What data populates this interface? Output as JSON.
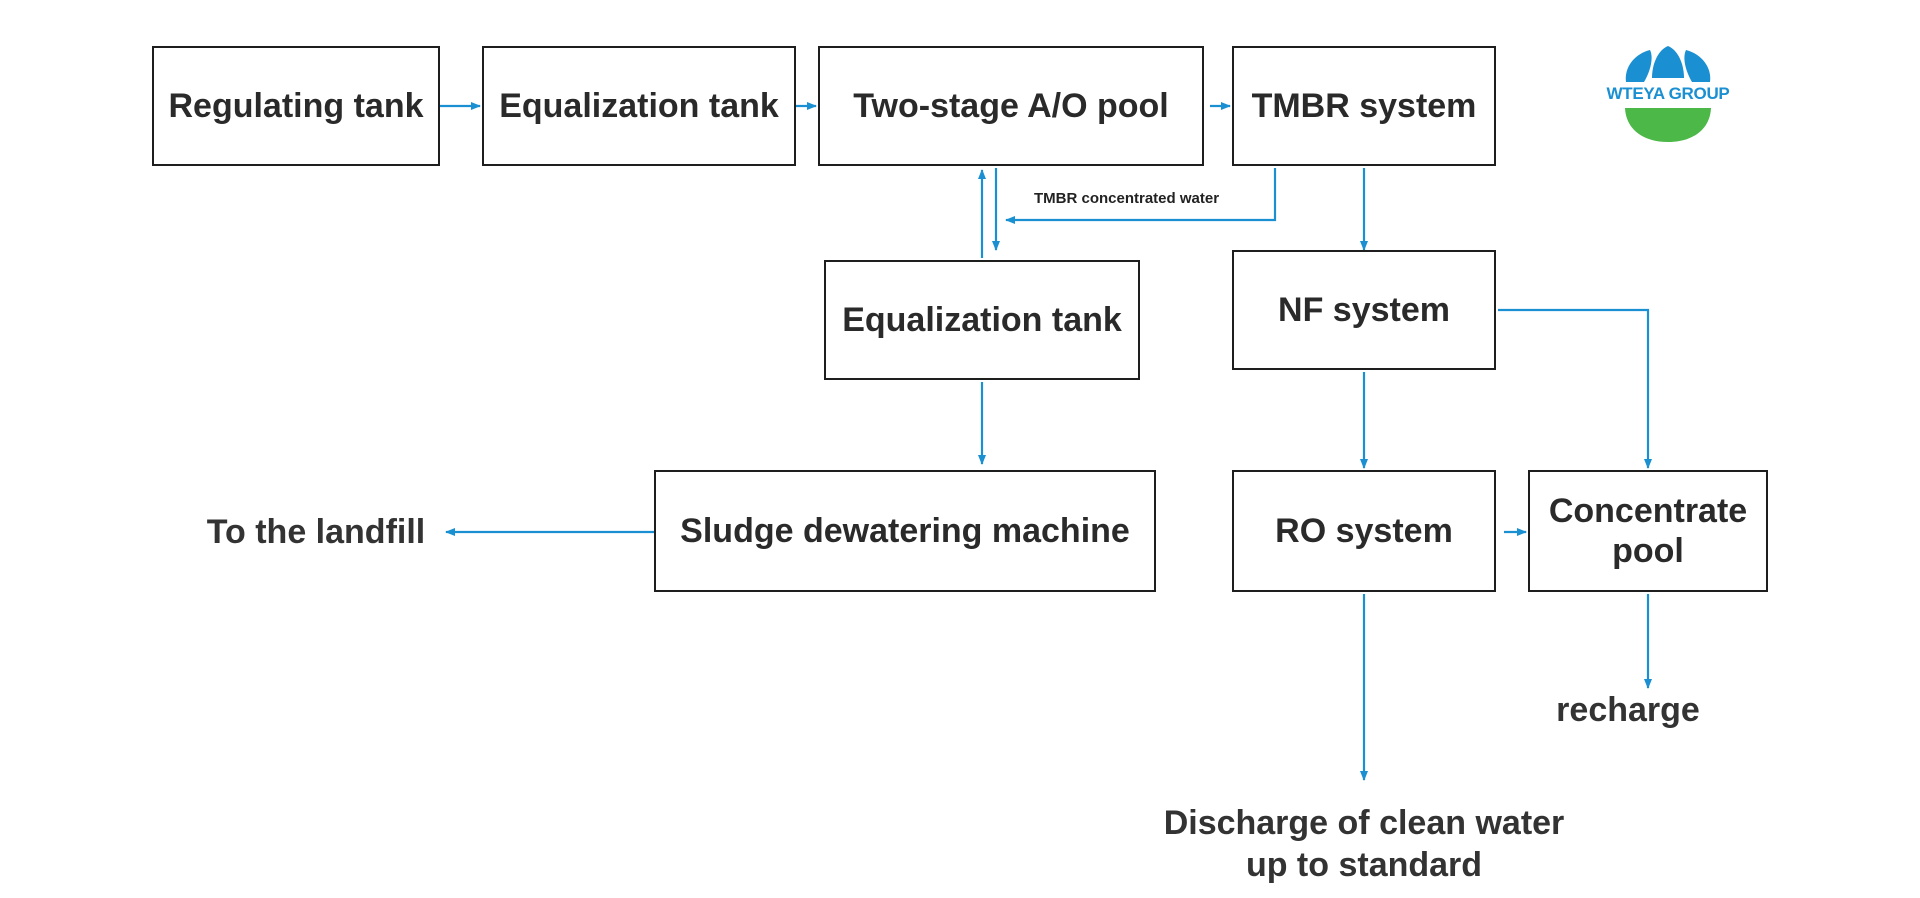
{
  "boxes": {
    "regulating_tank": "Regulating tank",
    "equalization_tank_1": "Equalization tank",
    "two_stage_ao_pool": "Two-stage A/O pool",
    "tmbr_system": "TMBR system",
    "equalization_tank_2": "Equalization tank",
    "nf_system": "NF system",
    "sludge_dewatering_machine": "Sludge dewatering machine",
    "ro_system": "RO system",
    "concentrate_pool": "Concentrate pool"
  },
  "labels": {
    "tmbr_concentrated_water": "TMBR concentrated water",
    "to_the_landfill": "To the landfill",
    "recharge": "recharge",
    "discharge_line1": "Discharge of clean water",
    "discharge_line2": "up to standard"
  },
  "logo": {
    "text": "WTEYA GROUP"
  },
  "colors": {
    "arrow": "#1a8fd1",
    "box_border": "#1e1e1e",
    "text": "#2a2a2a",
    "logo_blue": "#1a8fd1",
    "logo_green": "#4cb848"
  }
}
